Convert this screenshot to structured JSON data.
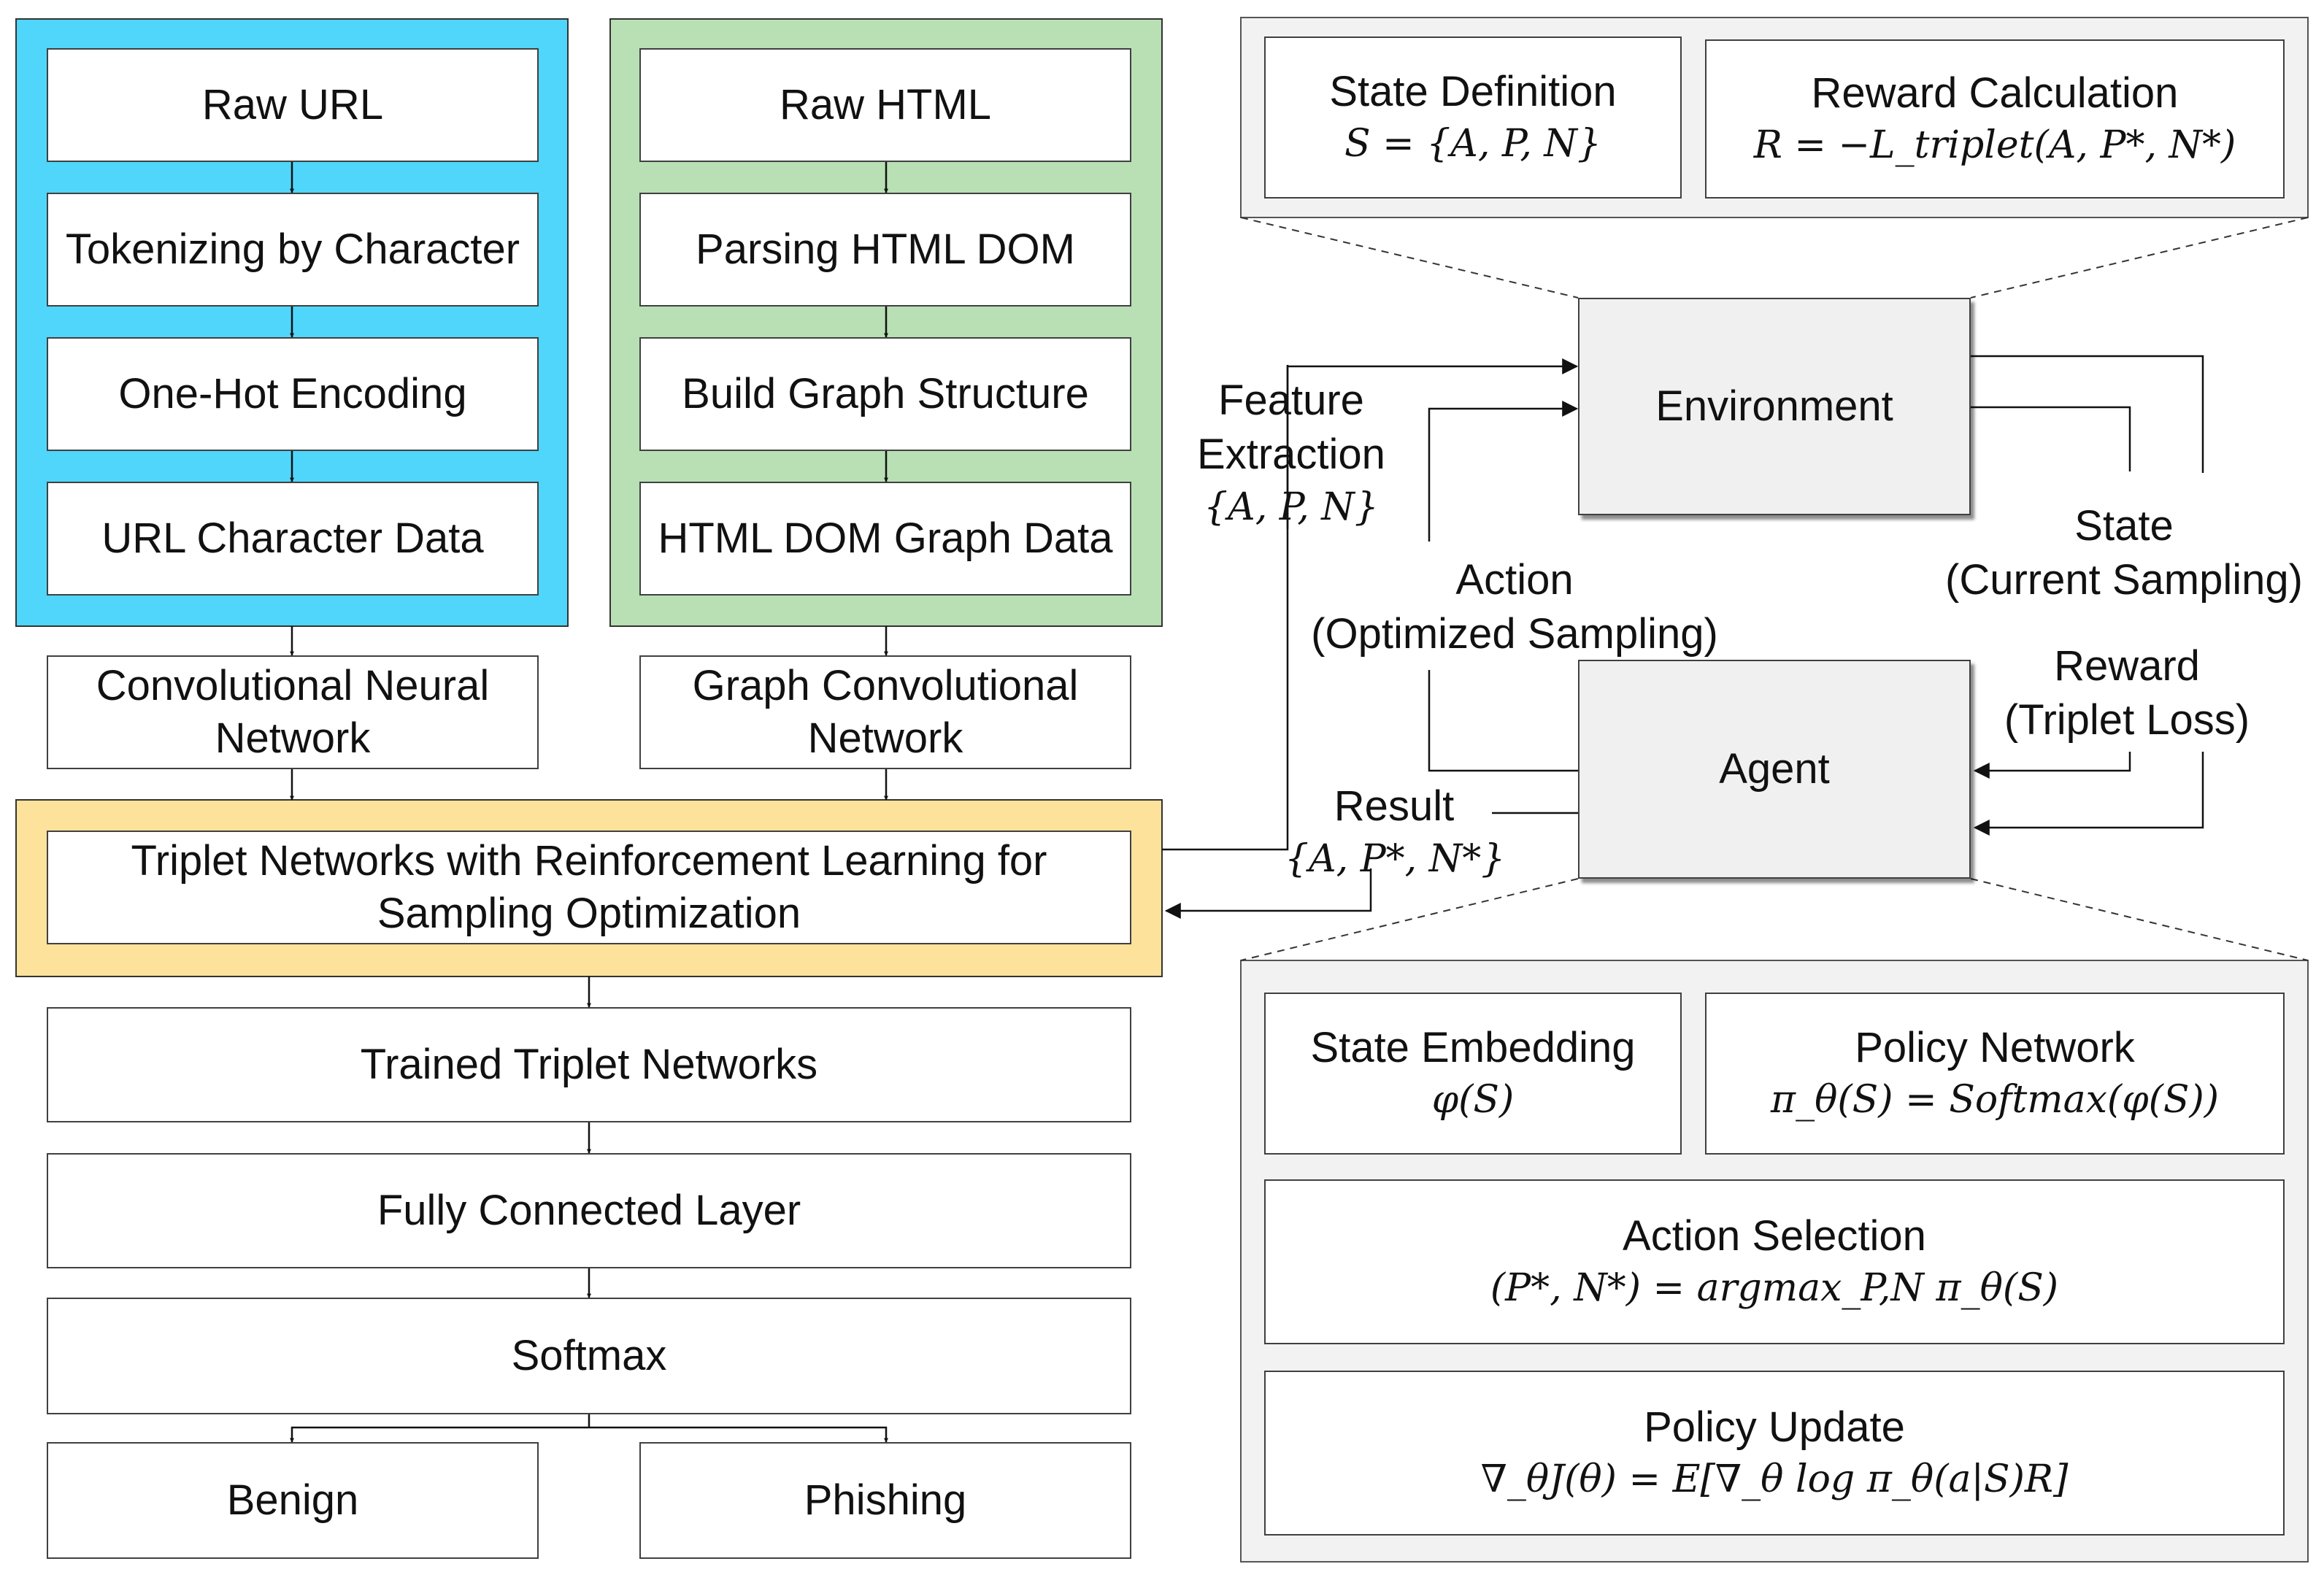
{
  "colors": {
    "url_panel": "#4fd6fa",
    "html_panel": "#b8e0b4",
    "triplet_panel": "#fde29c",
    "detail_panel": "#f2f2f2",
    "box_border": "#404040",
    "gray_box": "#f0f0f0"
  },
  "url_branch": {
    "steps": [
      "Raw URL",
      "Tokenizing by Character",
      "One-Hot Encoding",
      "URL Character Data"
    ],
    "model": "Convolutional Neural Network"
  },
  "html_branch": {
    "steps": [
      "Raw HTML",
      "Parsing HTML DOM",
      "Build Graph Structure",
      "HTML DOM Graph Data"
    ],
    "model": "Graph Convolutional Network"
  },
  "triplet": {
    "label": "Triplet Networks with Reinforcement Learning for Sampling Optimization"
  },
  "pipeline": {
    "trained": "Trained Triplet Networks",
    "fc": "Fully Connected Layer",
    "softmax": "Softmax",
    "benign": "Benign",
    "phishing": "Phishing"
  },
  "rl": {
    "environment": "Environment",
    "agent": "Agent",
    "feature_extraction": {
      "label": "Feature Extraction",
      "formula": "{A, P, N}"
    },
    "result": {
      "label": "Result",
      "formula": "{A, P*, N*}"
    },
    "action": {
      "label": "Action",
      "sub": "(Optimized Sampling)"
    },
    "state": {
      "label": "State",
      "sub": "(Current Sampling)"
    },
    "reward": {
      "label": "Reward",
      "sub": "(Triplet Loss)"
    }
  },
  "env_detail": {
    "state_def": {
      "title": "State Definition",
      "formula": "S = {A, P, N}"
    },
    "reward_calc": {
      "title": "Reward Calculation",
      "formula": "R = −L_triplet(A, P*, N*)"
    }
  },
  "agent_detail": {
    "state_embed": {
      "title": "State Embedding",
      "formula": "φ(S)"
    },
    "policy_net": {
      "title": "Policy Network",
      "formula": "π_θ(S) = Softmax(φ(S))"
    },
    "action_sel": {
      "title": "Action Selection",
      "formula": "(P*, N*) = argmax_P,N π_θ(S)"
    },
    "policy_update": {
      "title": "Policy Update",
      "formula": "∇_θJ(θ) = E[∇_θ log π_θ(a|S)R]"
    }
  }
}
